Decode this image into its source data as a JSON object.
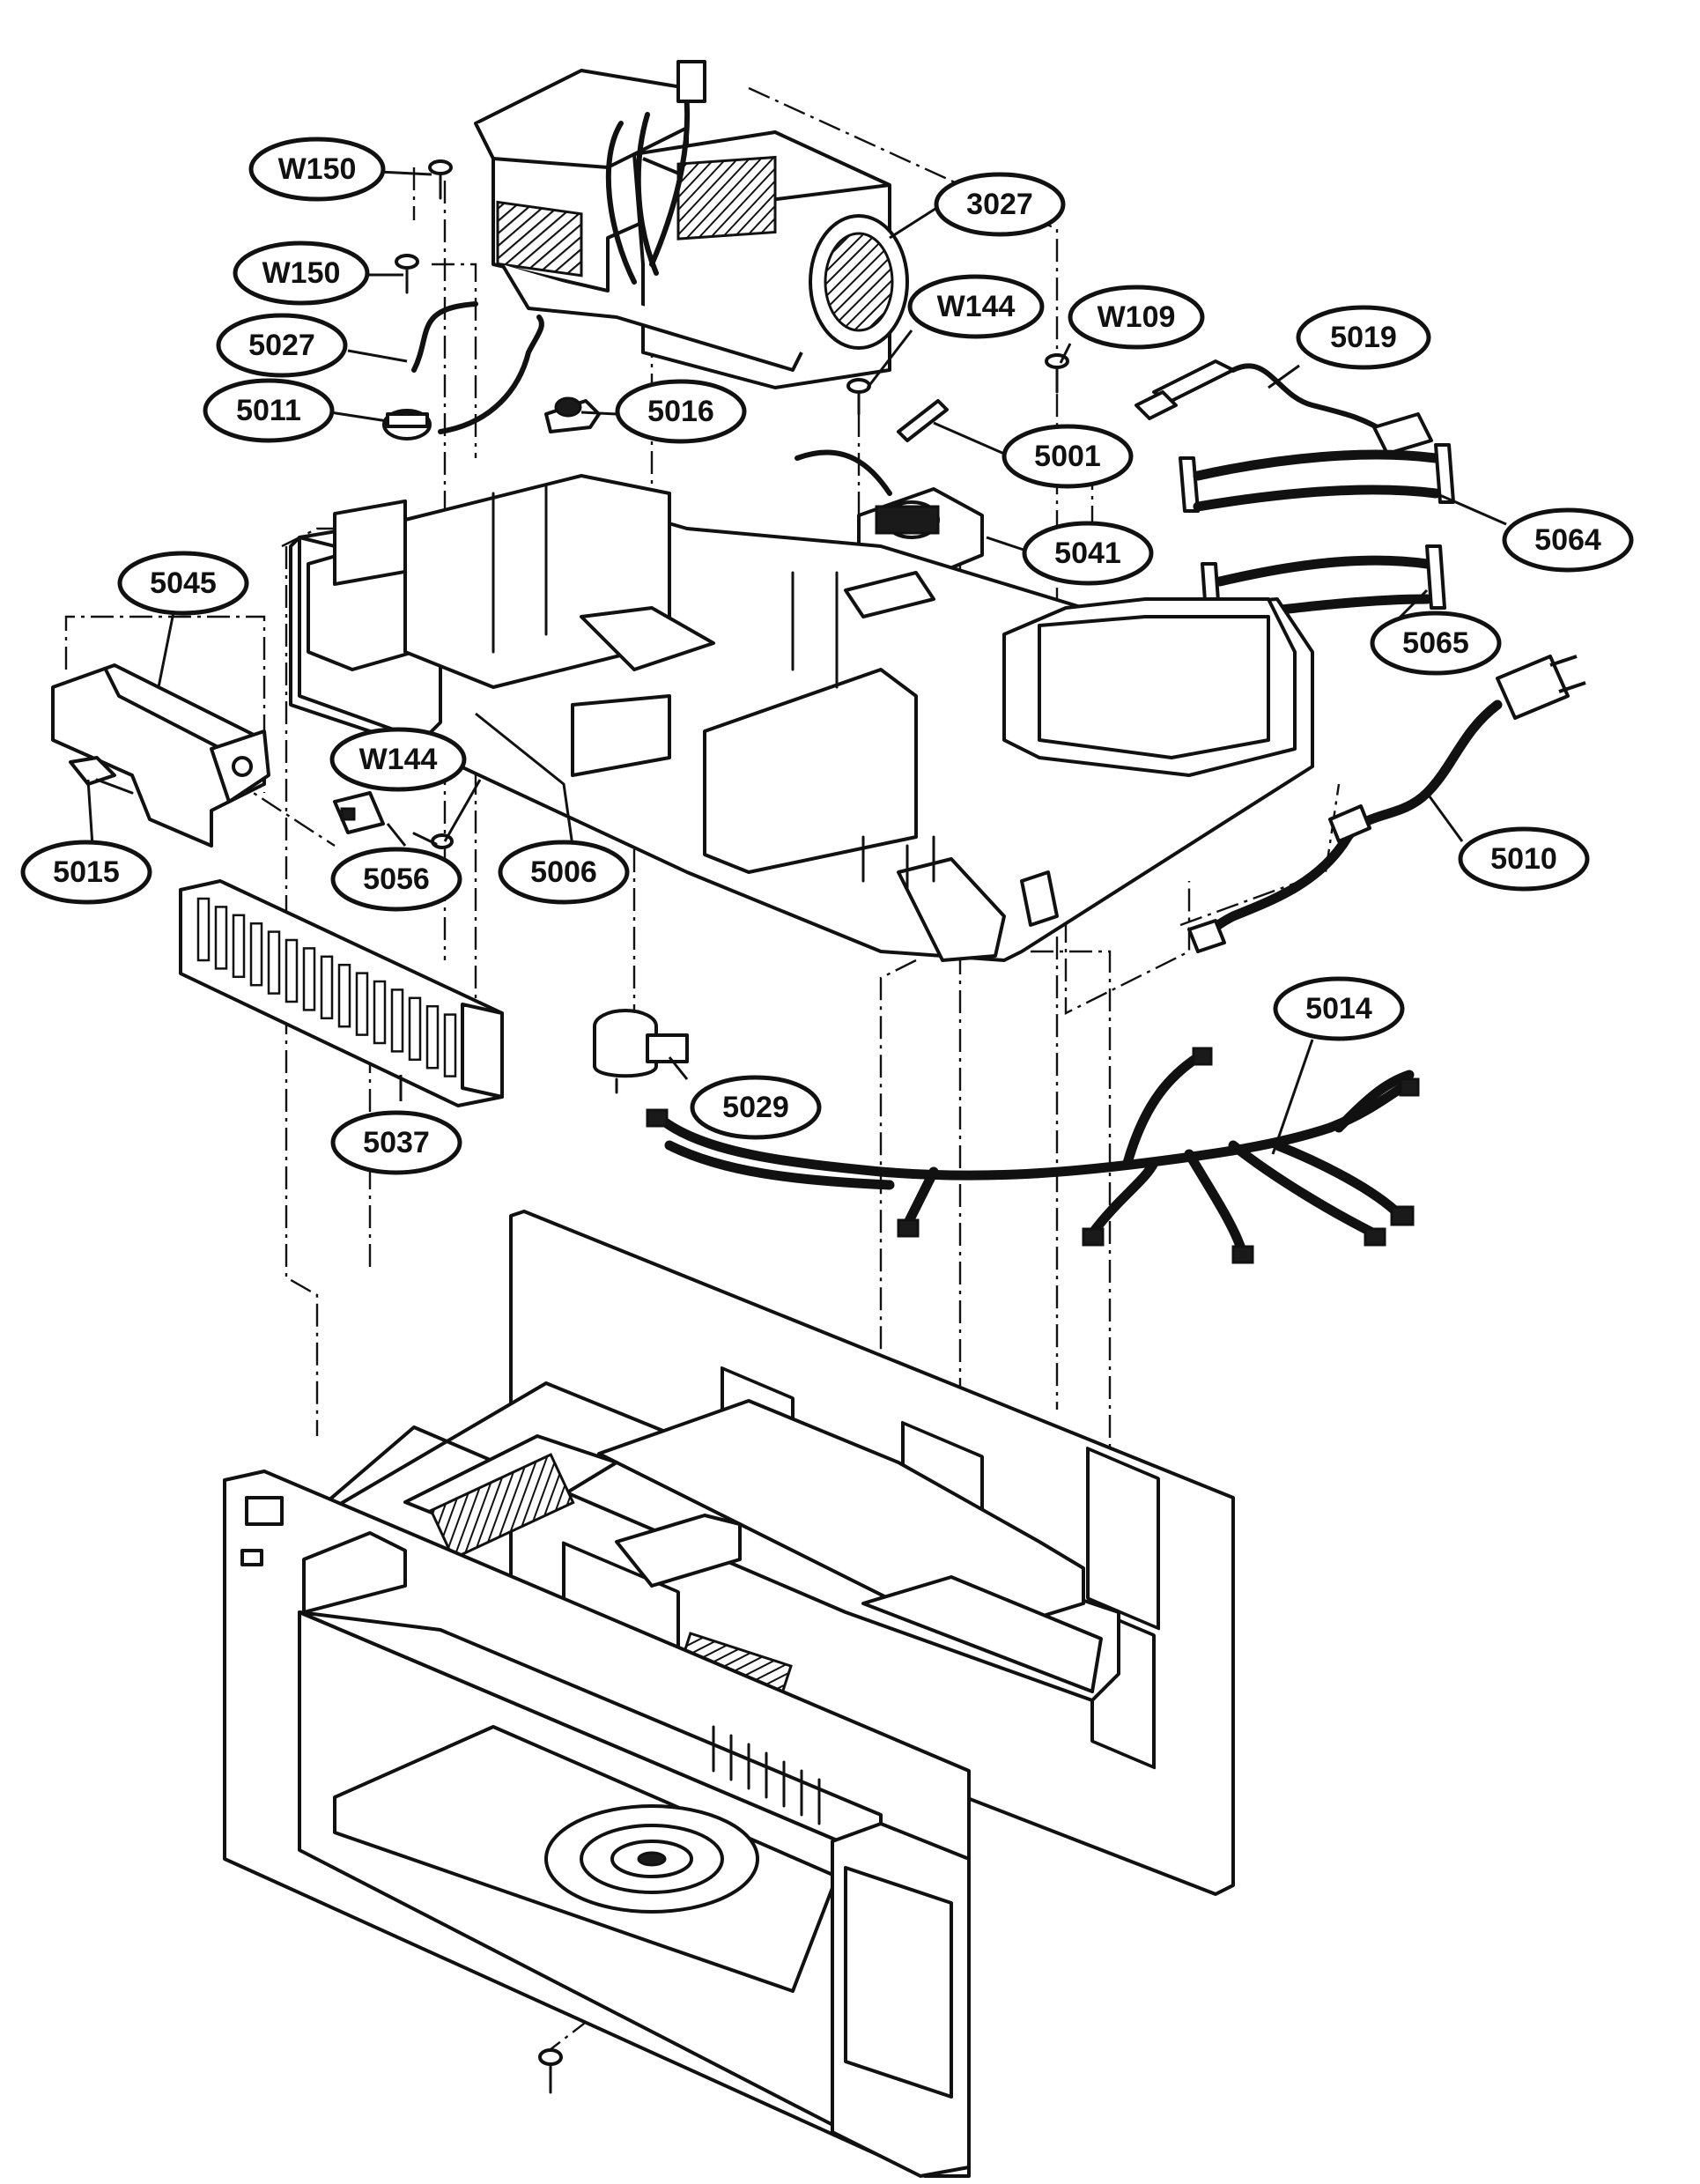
{
  "diagram": {
    "callouts": [
      {
        "id": "W150_top",
        "label": "W150"
      },
      {
        "id": "W150_mid",
        "label": "W150"
      },
      {
        "id": "3027",
        "label": "3027"
      },
      {
        "id": "W144_top",
        "label": "W144"
      },
      {
        "id": "W109",
        "label": "W109"
      },
      {
        "id": "5019",
        "label": "5019"
      },
      {
        "id": "5027",
        "label": "5027"
      },
      {
        "id": "5011",
        "label": "5011"
      },
      {
        "id": "5016",
        "label": "5016"
      },
      {
        "id": "5001",
        "label": "5001"
      },
      {
        "id": "5064",
        "label": "5064"
      },
      {
        "id": "5041",
        "label": "5041"
      },
      {
        "id": "5045",
        "label": "5045"
      },
      {
        "id": "5065",
        "label": "5065"
      },
      {
        "id": "W144_low",
        "label": "W144"
      },
      {
        "id": "5010",
        "label": "5010"
      },
      {
        "id": "5015",
        "label": "5015"
      },
      {
        "id": "5056",
        "label": "5056"
      },
      {
        "id": "5006",
        "label": "5006"
      },
      {
        "id": "5014",
        "label": "5014"
      },
      {
        "id": "5029",
        "label": "5029"
      },
      {
        "id": "5037",
        "label": "5037"
      }
    ]
  }
}
